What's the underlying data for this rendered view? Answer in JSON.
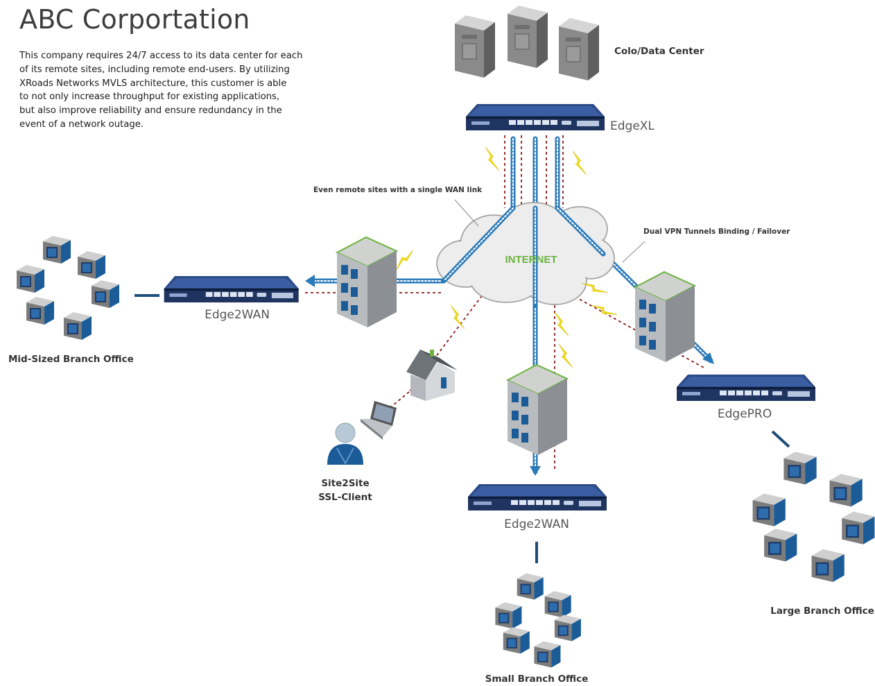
{
  "header": {
    "title": "ABC Corportation",
    "intro_lines": [
      "This company requires 24/7 access to its data center for each",
      "of its remote sites, including remote end-users. By utilizing",
      "XRoads Networks MVLS architecture, this customer is able",
      "to not only increase throughput for existing applications,",
      "but also improve reliability and ensure redundancy in the",
      "event of a network outage."
    ]
  },
  "nodes": {
    "colo": "Colo/Data Center",
    "edgexl": "EdgeXL",
    "edge2wan_left": "Edge2WAN",
    "edge2wan_bottom": "Edge2WAN",
    "edgepro": "EdgePRO",
    "internet": "INTERNET",
    "mid_branch": "Mid-Sized Branch Office",
    "small_branch": "Small Branch Office",
    "large_branch": "Large Branch Office",
    "client_line1": "Site2Site",
    "client_line2": "SSL-Client"
  },
  "annotations": {
    "single_wan": "Even remote sites with a single WAN link",
    "dual_vpn": "Dual VPN Tunnels Binding / Failover"
  },
  "colors": {
    "tunnel_blue": "#2a79b8",
    "dashed_red": "#8b1a1a",
    "bolt_yellow": "#f3e01a",
    "internet_green": "#6cb33f",
    "device_navy": "#1f3461",
    "server_blue": "#1b5c98"
  }
}
